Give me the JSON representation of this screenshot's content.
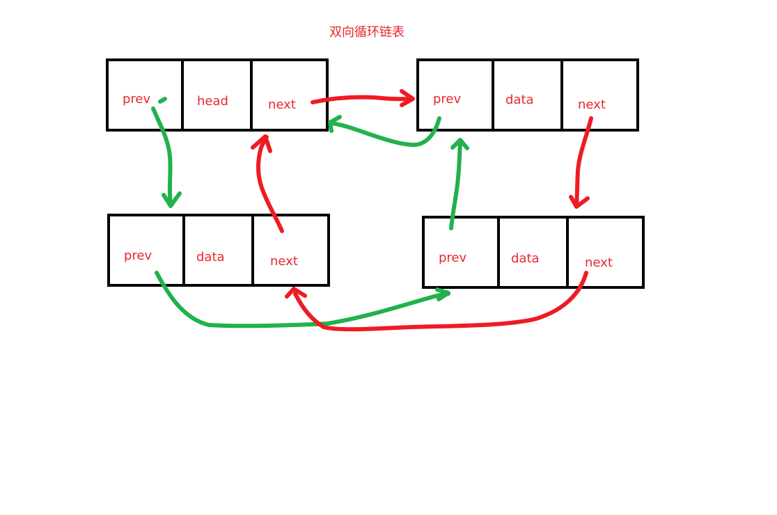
{
  "title": "双向循环链表",
  "colors": {
    "label": "#e8262d",
    "next_arrow": "#ed1c24",
    "prev_arrow": "#22b14c",
    "box_border": "#000000"
  },
  "nodes": {
    "head": {
      "prev": "prev",
      "value": "head",
      "next": "next"
    },
    "node_1": {
      "prev": "prev",
      "value": "data",
      "next": "next"
    },
    "node_2": {
      "prev": "prev",
      "value": "data",
      "next": "next"
    },
    "node_3": {
      "prev": "prev",
      "value": "data",
      "next": "next"
    }
  }
}
